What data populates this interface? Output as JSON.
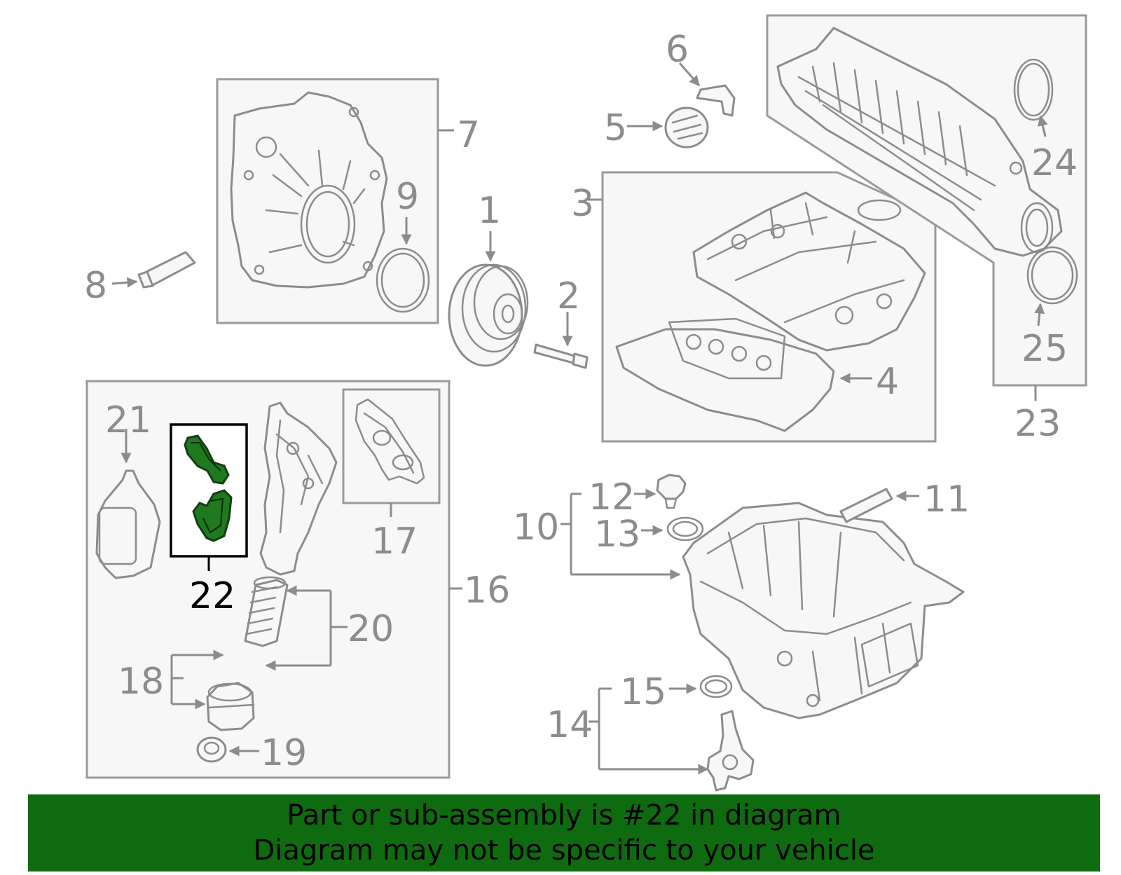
{
  "diagram": {
    "highlight_color": "#1f7a1f",
    "banner_color": "#0f6b0f",
    "callouts": {
      "c1": "1",
      "c2": "2",
      "c3": "3",
      "c4": "4",
      "c5": "5",
      "c6": "6",
      "c7": "7",
      "c8": "8",
      "c9": "9",
      "c10": "10",
      "c11": "11",
      "c12": "12",
      "c13": "13",
      "c14": "14",
      "c15": "15",
      "c16": "16",
      "c17": "17",
      "c18": "18",
      "c19": "19",
      "c20": "20",
      "c21": "21",
      "c22": "22",
      "c23": "23",
      "c24": "24",
      "c25": "25"
    },
    "highlighted_callout": "22"
  },
  "banner": {
    "line1": "Part or sub-assembly is #22 in diagram",
    "line2": "Diagram may not be specific to your vehicle"
  }
}
